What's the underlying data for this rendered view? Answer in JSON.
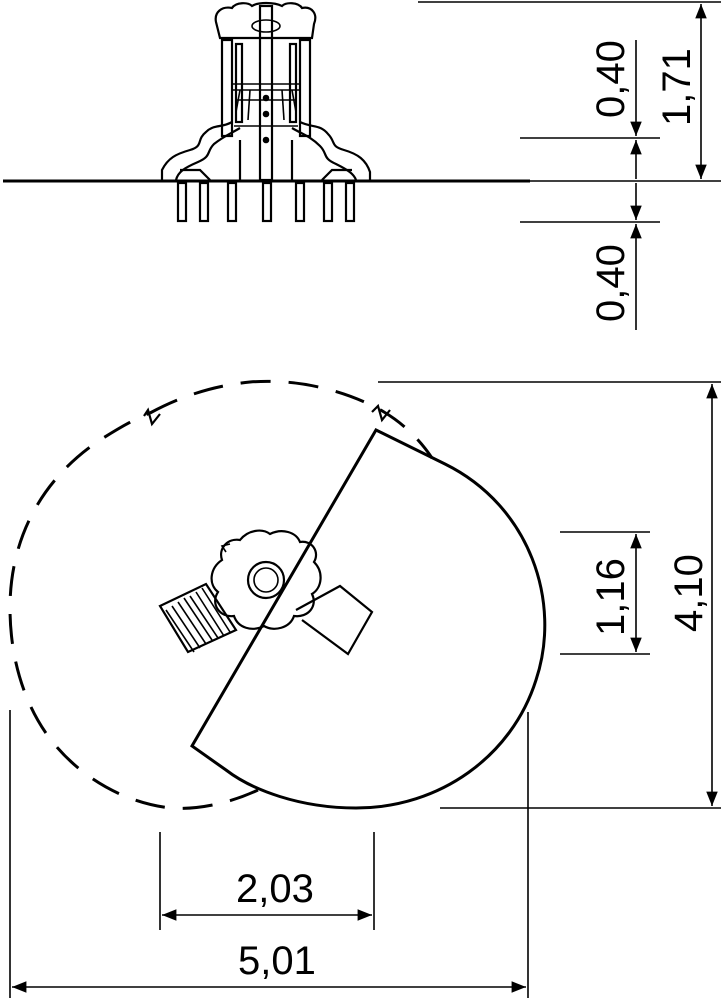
{
  "drawing": {
    "side_view": {
      "dimensions": {
        "height_above_ground": "0,40",
        "total_height": "1,71",
        "depth_below_ground": "0,40"
      }
    },
    "top_view": {
      "dimensions": {
        "platform_diameter": "1,16",
        "overall_depth": "4,10",
        "inner_width": "2,03",
        "overall_width": "5,01"
      }
    }
  }
}
